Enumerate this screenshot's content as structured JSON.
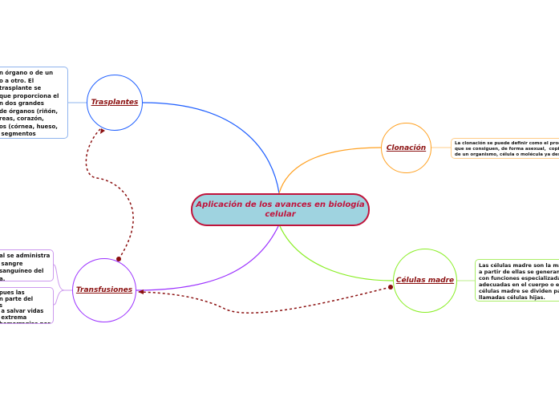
{
  "central_topic": "Aplicación de los avances en biología celular",
  "branches": [
    {
      "label": "Trasplantes",
      "color": "#1f5fff",
      "note": "n órgano o de un\no a otro. El\ntrasplante se\nque proporciona el\nn dos grandes\nde órganos (riñón,\nreas, corazón,\nos (córnea, hueso,\n segmentos\na)."
    },
    {
      "label": "Clonación",
      "color": "#ffa020",
      "note": "La clonación se puede definir como el proc\nque se consiguen, de forma asexual,  copia\nde un organismo, célula o molécula ya des"
    },
    {
      "label": "Células madre",
      "color": "#88ee22",
      "note": "Las células madre son la mate\na partir de ellas se generan to\ncon funciones especializadas.\nadecuadas en el cuerpo o en u\ncélulas madre se dividen para\nllamadas células hijas."
    },
    {
      "label": "Transfusiones",
      "color": "#9b30ff",
      "notes": [
        "al se administra\n sangre\nsanguíneo del\na.",
        "pues las\nn parte del\ns\n a salvar vidas\n extrema\nhemorragias por\nner un ejemplo"
      ]
    }
  ],
  "relation_color": "#8b1010"
}
